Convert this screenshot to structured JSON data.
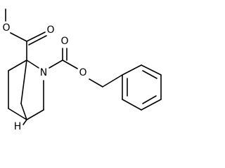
{
  "molecule": {
    "atom_labels": {
      "ester_ether_oxygen": "O",
      "ester_carbonyl_oxygen": "O",
      "ring_nitrogen": "N",
      "carbamate_carbonyl_oxygen": "O",
      "carbamate_ether_oxygen": "O",
      "bridgehead_hydrogen": "H"
    },
    "colors": {
      "bond": "#000000",
      "label": "#000000",
      "background": "#ffffff"
    }
  }
}
